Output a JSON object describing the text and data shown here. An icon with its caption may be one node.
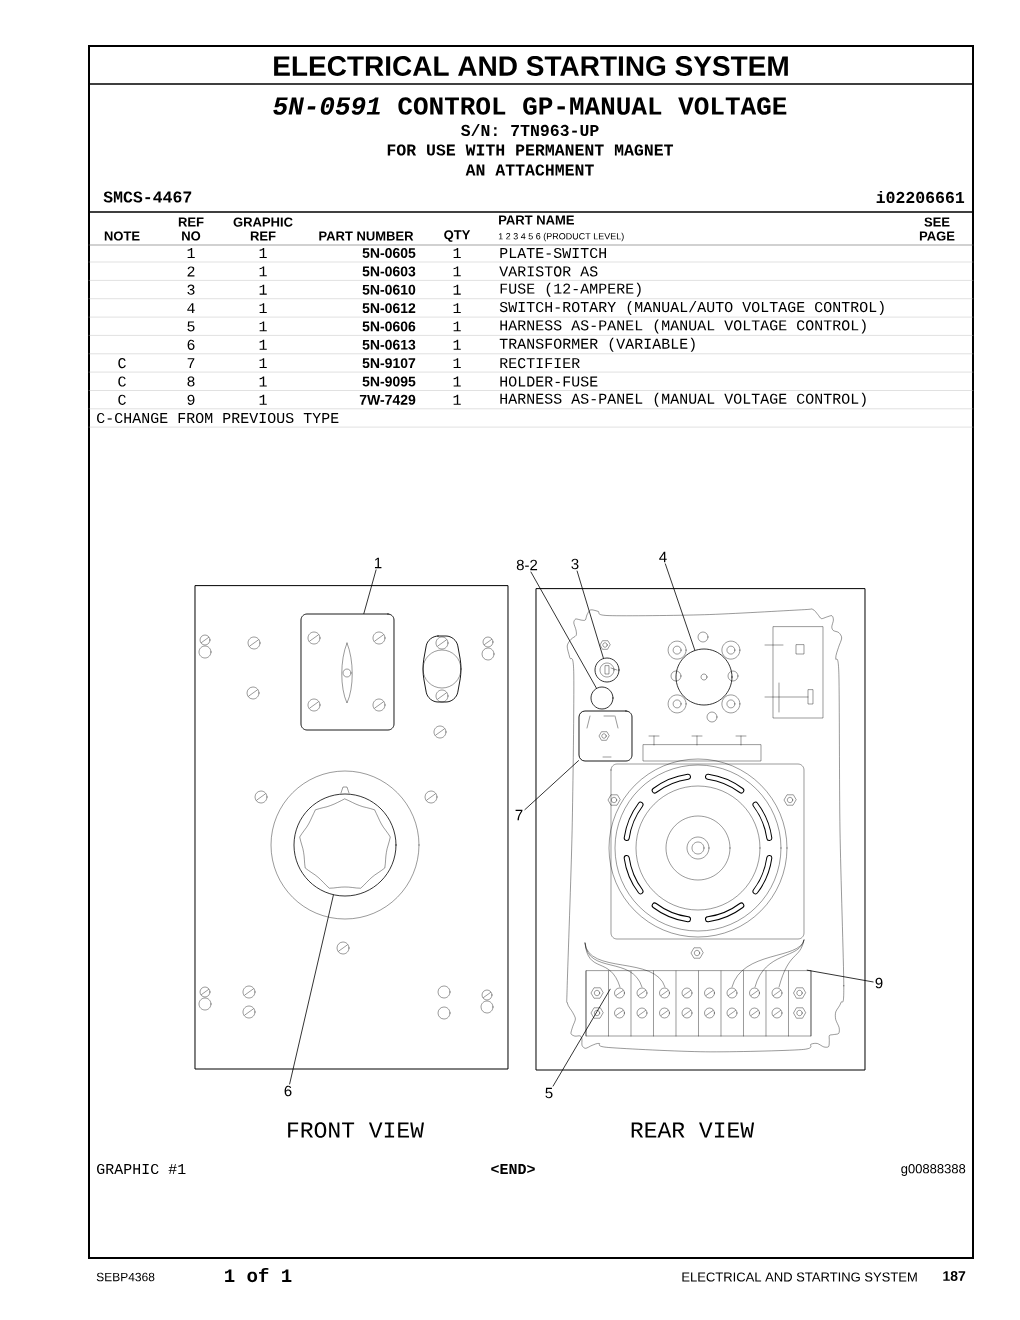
{
  "diagram": {
    "title": "ELECTRICAL AND STARTING SYSTEM",
    "nodes": [
      {
        "text": [
          "1"
        ]
      },
      {
        "text": [
          "8-2"
        ]
      },
      {
        "text": [
          "3"
        ]
      },
      {
        "text": [
          "4"
        ]
      },
      {
        "text": [
          "7"
        ]
      },
      {
        "text": [
          "9"
        ]
      },
      {
        "text": [
          "5"
        ]
      },
      {
        "text": [
          "6"
        ]
      },
      {
        "text": [],
        "shape": "box"
      },
      {
        "text": [],
        "shape": "circle"
      },
      {
        "text": [],
        "shape": "circle"
      },
      {
        "text": [],
        "shape": "circle"
      },
      {
        "text": [],
        "shape": "box"
      },
      {
        "text": [],
        "shape": "picture"
      },
      {
        "text": [],
        "shape": "picture"
      },
      {
        "text": [],
        "shape": "circle"
      }
    ],
    "edges": [
      {
        "from": 0,
        "to": 8,
        "arrow": "none"
      },
      {
        "from": 1,
        "to": 9,
        "arrow": "none"
      },
      {
        "from": 2,
        "to": 10,
        "arrow": "none"
      },
      {
        "from": 3,
        "to": 11,
        "arrow": "none"
      },
      {
        "from": 4,
        "to": 12,
        "arrow": "none"
      },
      {
        "from": 5,
        "to": 14,
        "arrow": "none"
      },
      {
        "from": 6,
        "to": 13,
        "arrow": "none"
      },
      {
        "from": 7,
        "to": 15,
        "arrow": "none"
      }
    ],
    "labels": [
      "*5N-0591* CONTROL GP-MANUAL VOLTAGE",
      "S/N: 7TN963-UP",
      "FOR USE WITH PERMANENT MAGNET",
      "AN ATTACHMENT",
      "SMCS-4467",
      "i02206661",
      "NOTE",
      "REF NO",
      "GRAPHIC REF",
      "PART NUMBER",
      "QTY",
      "PART NAME",
      "1 2 3 4 5 6 (PRODUCT LEVEL)",
      "SEE PAGE",
      "1",
      "1",
      "5N-0605",
      "1",
      "PLATE-SWITCH",
      "2",
      "1",
      "5N-0603",
      "1",
      "VARISTOR AS",
      "3",
      "1",
      "5N-0610",
      "1",
      "FUSE (12-AMPERE)",
      "4",
      "1",
      "5N-0612",
      "1",
      "SWITCH-ROTARY (MANUAL/AUTO VOLTAGE CONTROL)",
      "5",
      "1",
      "5N-0606",
      "1",
      "HARNESS AS-PANEL (MANUAL VOLTAGE CONTROL)",
      "6",
      "1",
      "5N-0613",
      "1",
      "TRANSFORMER (VARIABLE)",
      "C",
      "7",
      "1",
      "5N-9107",
      "1",
      "RECTIFIER",
      "C",
      "8",
      "1",
      "5N-9095",
      "1",
      "HOLDER-FUSE",
      "C",
      "9",
      "1",
      "7W-7429",
      "1",
      "HARNESS AS-PANEL (MANUAL VOLTAGE CONTROL)",
      "C-CHANGE FROM PREVIOUS TYPE",
      "FRONT VIEW",
      "REAR VIEW",
      "GRAPHIC #1",
      "<END>",
      "g00888388",
      "SEBP4368",
      "1 of 1",
      "ELECTRICAL AND STARTING SYSTEM",
      "187"
    ]
  }
}
